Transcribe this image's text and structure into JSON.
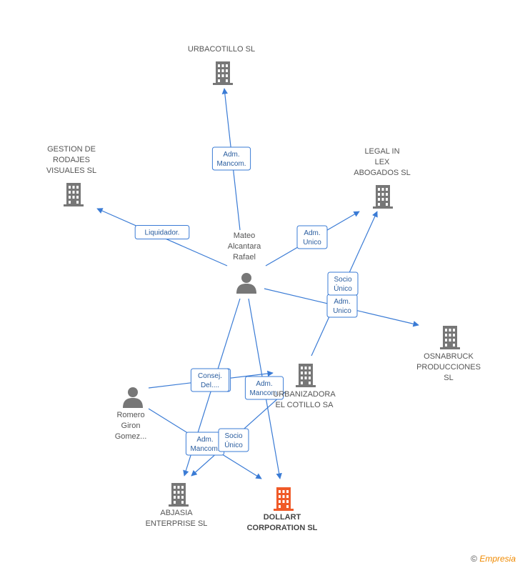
{
  "colors": {
    "edge": "#3a7bd5",
    "building": "#777777",
    "building_main": "#f05a28",
    "person": "#777777"
  },
  "nodes": [
    {
      "id": "urbacotillo",
      "type": "company",
      "lines": [
        "URBACOTILLO SL"
      ]
    },
    {
      "id": "gestion",
      "type": "company",
      "lines": [
        "GESTION DE",
        "RODAJES",
        "VISUALES SL"
      ]
    },
    {
      "id": "legal",
      "type": "company",
      "lines": [
        "LEGAL IN",
        "LEX",
        "ABOGADOS  SL"
      ]
    },
    {
      "id": "mateo",
      "type": "person",
      "lines": [
        "Mateo",
        "Alcantara",
        "Rafael"
      ]
    },
    {
      "id": "osnabruck",
      "type": "company",
      "lines": [
        "OSNABRUCK",
        "PRODUCCIONES",
        "SL"
      ]
    },
    {
      "id": "urbanizadora",
      "type": "company",
      "lines": [
        "URBANIZADORA",
        "EL COTILLO SA"
      ]
    },
    {
      "id": "romero",
      "type": "person",
      "lines": [
        "Romero",
        "Giron",
        "Gomez..."
      ]
    },
    {
      "id": "abjasia",
      "type": "company",
      "lines": [
        "ABJASIA",
        "ENTERPRISE SL"
      ]
    },
    {
      "id": "dollart",
      "type": "company",
      "main": true,
      "lines": [
        "DOLLART",
        "CORPORATION SL"
      ]
    }
  ],
  "edges": [
    {
      "from": "mateo",
      "to": "urbacotillo",
      "label": [
        "Adm.",
        "Mancom."
      ]
    },
    {
      "from": "mateo",
      "to": "gestion",
      "label": [
        "Liquidador."
      ]
    },
    {
      "from": "mateo",
      "to": "legal",
      "label": [
        "Adm.",
        "Unico"
      ]
    },
    {
      "from": "mateo",
      "to": "osnabruck",
      "label": [
        "Adm.",
        "Unico"
      ]
    },
    {
      "from": "urbanizadora",
      "to": "legal",
      "label": [
        "Socio",
        "Único"
      ]
    },
    {
      "from": "mateo",
      "to": "abjasia",
      "label": [
        "Consej.",
        "Del...."
      ]
    },
    {
      "from": "mateo",
      "to": "dollart",
      "label": [
        "Adm.",
        "Mancom."
      ]
    },
    {
      "from": "romero",
      "to": "urbanizadora",
      "label": [
        "Consej.",
        "Del...."
      ]
    },
    {
      "from": "romero",
      "to": "dollart",
      "label": [
        "Adm.",
        "Mancom."
      ]
    },
    {
      "from": "urbanizadora",
      "to": "abjasia",
      "label": [
        "Socio",
        "Único"
      ]
    }
  ],
  "footer": {
    "copyright": "©",
    "brand": "Empresia"
  }
}
